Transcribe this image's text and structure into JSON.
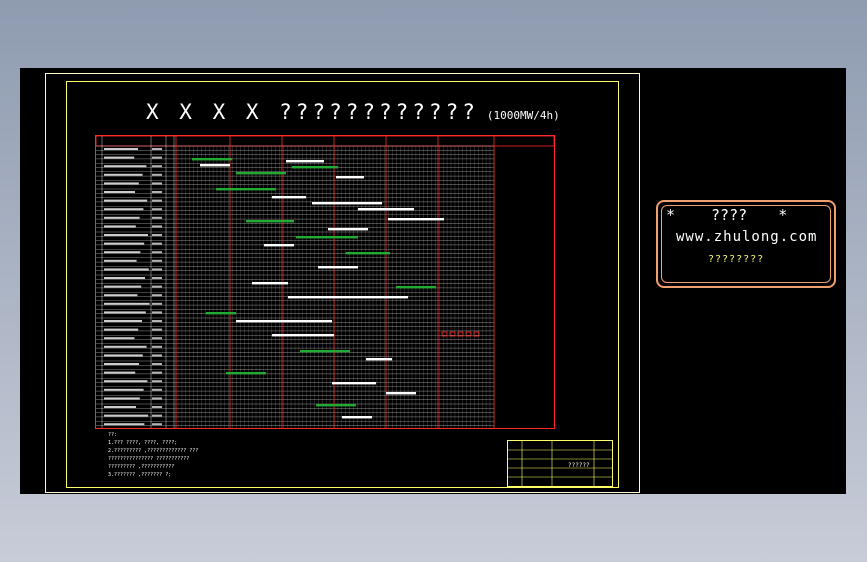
{
  "drawing": {
    "title": "X X X X ????????????",
    "subtitle": "(1000MW/4h)",
    "header_cells": [
      "?",
      "?",
      "?",
      "?",
      "?"
    ],
    "notes": [
      "??:",
      "1.???     ????,    ????,    ????;",
      "2.?????????  ,?????????????  ???",
      "  ???????????????  ???????????",
      "  ?????????  ,???????????",
      "3.???????  ,???????  ?;"
    ],
    "title_block_text": "??????",
    "accent_colors": {
      "frame": "#ffff66",
      "grid": "#ff2a2a",
      "bar_white": "#ffffff",
      "bar_green": "#22aa33"
    }
  },
  "stamp": {
    "star_left": "*",
    "heading": "????",
    "star_right": "*",
    "url": "www.zhulong.com",
    "caption": "????????"
  }
}
